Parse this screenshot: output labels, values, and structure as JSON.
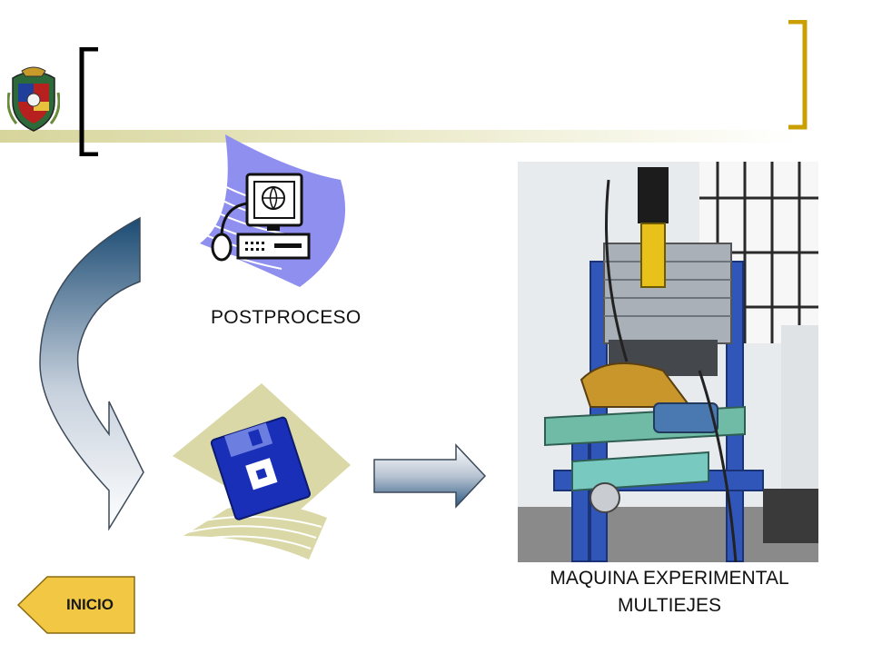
{
  "slide": {
    "postproceso_label": "POSTPROCESO",
    "machine_label_line1": "MAQUINA EXPERIMENTAL",
    "machine_label_line2": "MULTIEJES"
  },
  "nav": {
    "inicio_label": "INICIO"
  },
  "icons": {
    "crest": "university-crest-icon",
    "computer": "computer-icon",
    "floppy": "floppy-disk-icon",
    "curved_arrow": "curved-arrow-icon",
    "right_arrow": "right-arrow-icon",
    "back_arrow": "left-arrow-icon"
  },
  "colors": {
    "bracket_black": "#000000",
    "bracket_gold": "#c9a000",
    "header_line": "#d7d59c",
    "arrow_dark": "#1f4f76",
    "floppy_blue": "#1a2fb8",
    "inicio_fill": "#f2c744"
  }
}
